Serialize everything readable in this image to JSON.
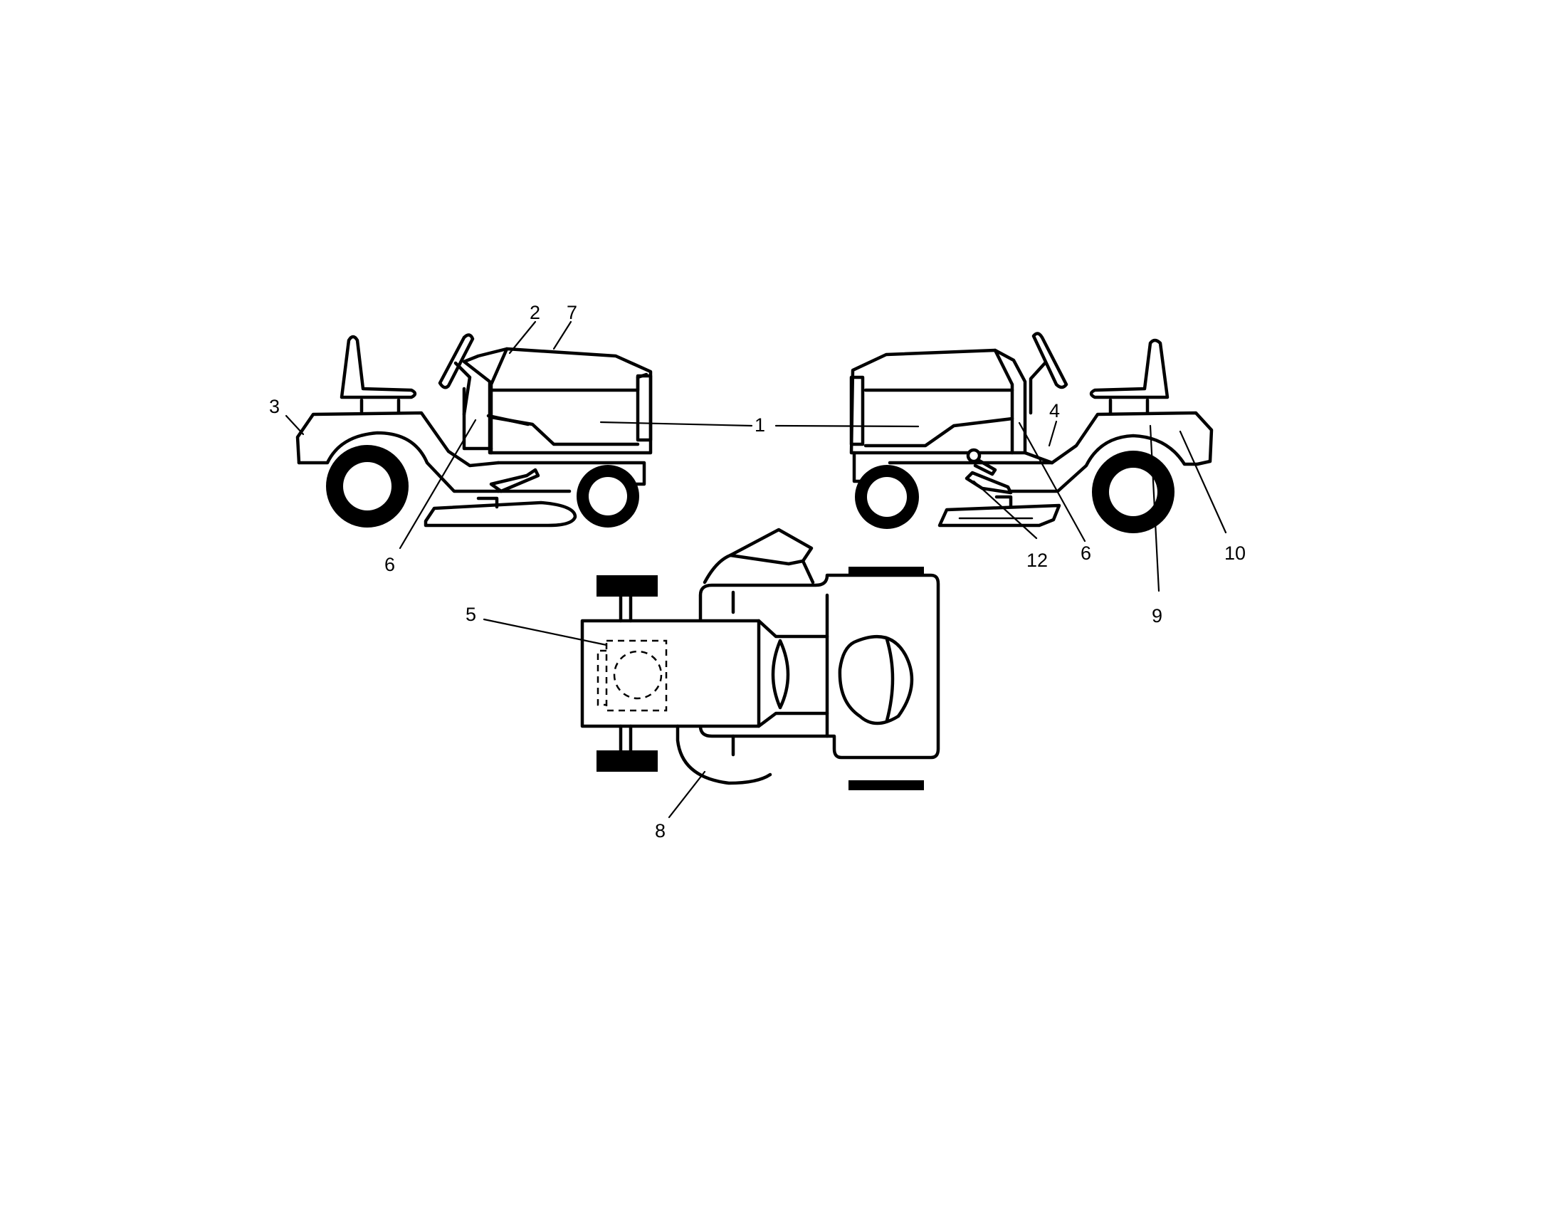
{
  "callouts": [
    {
      "id": "1",
      "label": "1"
    },
    {
      "id": "2",
      "label": "2"
    },
    {
      "id": "3",
      "label": "3"
    },
    {
      "id": "4",
      "label": "4"
    },
    {
      "id": "5",
      "label": "5"
    },
    {
      "id": "6a",
      "label": "6"
    },
    {
      "id": "6b",
      "label": "6"
    },
    {
      "id": "7",
      "label": "7"
    },
    {
      "id": "8",
      "label": "8"
    },
    {
      "id": "9",
      "label": "9"
    },
    {
      "id": "10",
      "label": "10"
    },
    {
      "id": "12",
      "label": "12"
    }
  ]
}
